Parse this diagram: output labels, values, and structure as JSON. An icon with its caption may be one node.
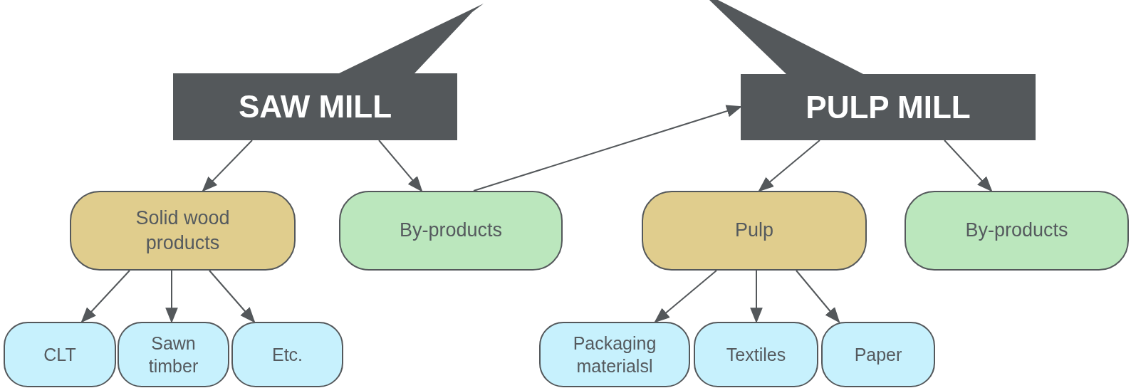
{
  "diagram": {
    "nodes": [
      {
        "text": [
          "SAW MILL"
        ]
      },
      {
        "text": [
          "PULP MILL"
        ]
      },
      {
        "text": [
          "Solid wood products"
        ]
      },
      {
        "text": [
          "By-products"
        ]
      },
      {
        "text": [
          "Pulp"
        ]
      },
      {
        "text": [
          "By-products"
        ]
      },
      {
        "text": [
          "CLT"
        ]
      },
      {
        "text": [
          "Sawn timber"
        ]
      },
      {
        "text": [
          "Etc."
        ]
      },
      {
        "text": [
          "Packaging materialsl"
        ]
      },
      {
        "text": [
          "Textiles"
        ]
      },
      {
        "text": [
          "Paper"
        ]
      },
      {
        "text": [],
        "shape": "triangle"
      },
      {
        "text": [],
        "shape": "triangle"
      }
    ],
    "edges": [
      {
        "from": 0,
        "to": 2,
        "arrow": "to"
      },
      {
        "from": 0,
        "to": 3,
        "arrow": "to"
      },
      {
        "from": 3,
        "to": 1,
        "arrow": "to"
      },
      {
        "from": 1,
        "to": 4,
        "arrow": "to"
      },
      {
        "from": 1,
        "to": 5,
        "arrow": "to"
      },
      {
        "from": 2,
        "to": 6,
        "arrow": "to"
      },
      {
        "from": 2,
        "to": 7,
        "arrow": "to"
      },
      {
        "from": 2,
        "to": 8,
        "arrow": "to"
      },
      {
        "from": 4,
        "to": 9,
        "arrow": "to"
      },
      {
        "from": 4,
        "to": 10,
        "arrow": "to"
      },
      {
        "from": 4,
        "to": 11,
        "arrow": "to"
      }
    ]
  }
}
